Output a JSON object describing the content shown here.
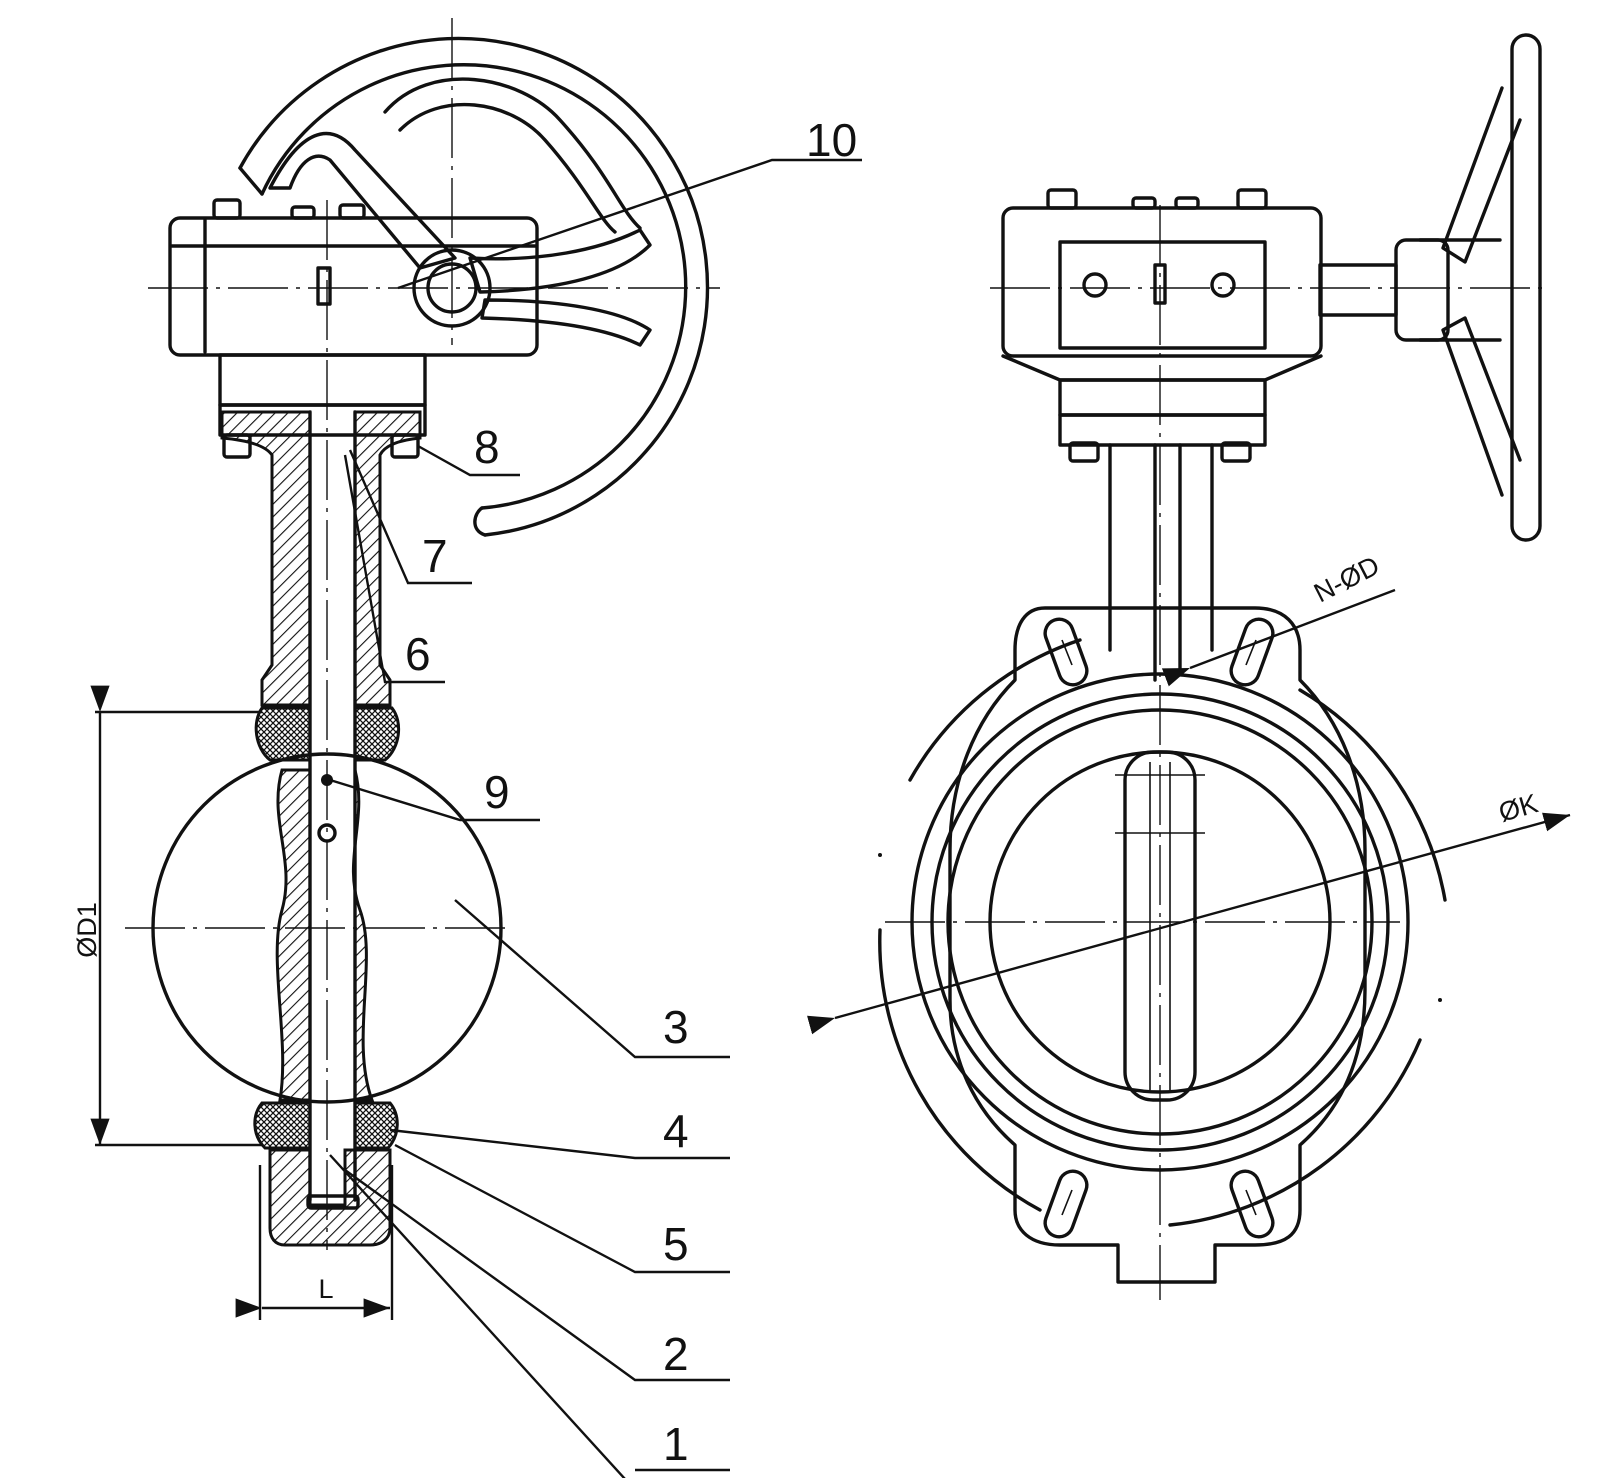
{
  "part_labels": [
    {
      "id": "10",
      "text": "10"
    },
    {
      "id": "8",
      "text": "8"
    },
    {
      "id": "7",
      "text": "7"
    },
    {
      "id": "6",
      "text": "6"
    },
    {
      "id": "9",
      "text": "9"
    },
    {
      "id": "3",
      "text": "3"
    },
    {
      "id": "4",
      "text": "4"
    },
    {
      "id": "5",
      "text": "5"
    },
    {
      "id": "2",
      "text": "2"
    },
    {
      "id": "1",
      "text": "1"
    }
  ],
  "dimensions": {
    "d1": "ØD1",
    "l": "L",
    "n_d": "N-ØD",
    "k": "ØK"
  }
}
